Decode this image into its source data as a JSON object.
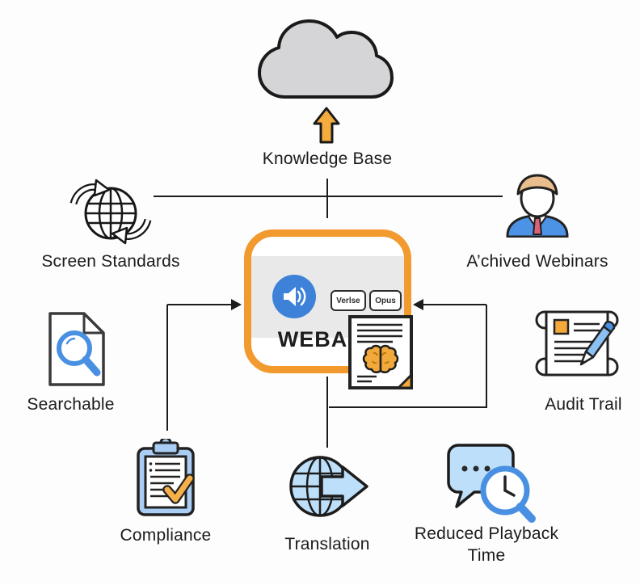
{
  "center_box": {
    "title": "WEBA",
    "codec_buttons": [
      {
        "label": "Verlse"
      },
      {
        "label": "Opus"
      }
    ]
  },
  "nodes": {
    "knowledge_base": {
      "label": "Knowledge Base",
      "icon": "cloud-upload-icon"
    },
    "screen_standards": {
      "label": "Screen Standards",
      "icon": "globe-sync-icon"
    },
    "archived_webinars": {
      "label": "A’chived Webinars",
      "icon": "presenter-person-icon"
    },
    "searchable": {
      "label": "Searchable",
      "icon": "document-magnifier-icon"
    },
    "audit_trail": {
      "label": "Audit Trail",
      "icon": "scroll-pen-icon"
    },
    "compliance": {
      "label": "Compliance",
      "icon": "clipboard-check-icon"
    },
    "translation": {
      "label": "Translation",
      "icon": "globe-arrow-icon"
    },
    "reduced_playback_time": {
      "label": "Reduced Playback Time",
      "icon": "chat-clock-magnifier-icon"
    }
  },
  "colors": {
    "accent_orange": "#F29A2E",
    "arrow_amber": "#F5AC3F",
    "primary_blue": "#3D82D8",
    "light_blue": "#BDDFF9",
    "magnifier_blue": "#4A90E2",
    "suit_blue": "#4C93E6",
    "tie_red": "#D96278",
    "hair_tan": "#E9BD8C",
    "brain_orange": "#F2A93B",
    "cloud_gray": "#D5D5D7",
    "banner_gray": "#EAE9E9",
    "line_black": "#1c1c1c"
  }
}
